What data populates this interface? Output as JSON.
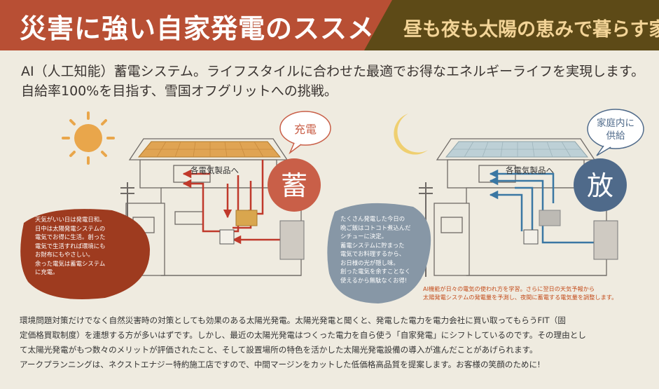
{
  "header": {
    "title": "災害に強い自家発電のススメ",
    "subtitle": "昼も夜も太陽の恵みで暮らす家"
  },
  "intro": {
    "line1": "AI（人工知能）蓄電システム。ライフスタイルに合わせた最適でお得なエネルギーライフを実現します。",
    "line2": "自給率100%を目指す、雪国オフグリットへの挑戦。"
  },
  "day": {
    "bubble_label": "充電",
    "circle_char": "蓄",
    "appliance_label": "各電気製品へ",
    "caption_lines": [
      "天気がいい日は発電日和。",
      "日中は太陽発電システムの",
      "電気でお得に生活。創った",
      "電気で生活すれば環境にも",
      "お財布にもやさしい。",
      "余った電気は蓄電システム",
      "に充電。"
    ]
  },
  "night": {
    "bubble_label_line1": "家庭内に",
    "bubble_label_line2": "供給",
    "circle_char": "放",
    "appliance_label": "各電気製品へ",
    "caption_lines": [
      "たくさん発電した今日の",
      "晩ご飯はコトコト煮込んだ",
      "シチューに決定。",
      "蓄電システムに貯まった",
      "電気でお料理するから、",
      "お日様の光が隠し味。",
      "創った電気を余すことなく",
      "使えるから無駄なくお得!"
    ],
    "note_line1": "AI機能が日々の電気の使われ方を学習。さらに翌日の天気予報から",
    "note_line2": "太陽発電システムの発電量を予測し、夜間に蓄電する電気量を調整します。"
  },
  "body_text": [
    "環境問題対策だけでなく自然災害時の対策としても効果のある太陽光発電。太陽光発電と聞くと、発電した電力を電力会社に買い取ってもらうFIT（固",
    "定価格買取制度）を連想する方が多いはずです。しかし、最近の太陽光発電はつくった電力を自ら使う「自家発電」にシフトしているのです。その理由とし",
    "て太陽光発電がもつ数々のメリットが評価されたこと、そして設置場所の特色を活かした太陽光発電設備の導入が進んだことがあげられます。",
    "アークプランニングは、ネクストエナジー特約施工店ですので、中間マージンをカットした低価格高品質を提案します。お客様の笑顔のために!"
  ],
  "colors": {
    "header_red": "#b84f34",
    "header_brown": "#5d4a17",
    "header_subtitle": "#f3d497",
    "charge_circle": "#c95f48",
    "discharge_circle": "#4f6a8a",
    "day_caption_bg": "#9e3b1f",
    "night_caption_bg": "#8797a6",
    "day_arrow": "#c0392b",
    "night_arrow": "#3a77a3",
    "note_text": "#c44d1c"
  }
}
